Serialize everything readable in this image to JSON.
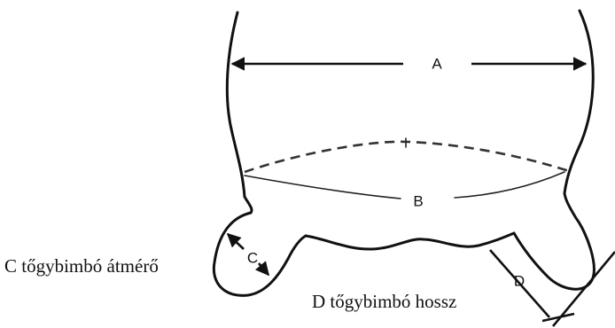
{
  "diagram": {
    "labels": {
      "a": "A",
      "b": "B",
      "c": "C",
      "d": "D"
    },
    "captions": {
      "teat_diameter": "C tőgybimbó átmérő",
      "teat_length": "D tőgybimbó hossz"
    }
  }
}
